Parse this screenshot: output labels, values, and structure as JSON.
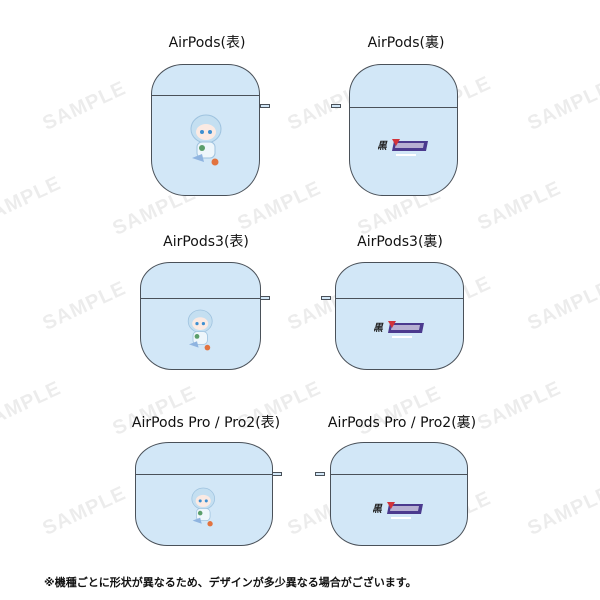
{
  "items": [
    {
      "label": "AirPods(表)",
      "model": "AirPods",
      "side": "front"
    },
    {
      "label": "AirPods(裏)",
      "model": "AirPods",
      "side": "back"
    },
    {
      "label": "AirPods3(表)",
      "model": "AirPods3",
      "side": "front"
    },
    {
      "label": "AirPods3(裏)",
      "model": "AirPods3",
      "side": "back"
    },
    {
      "label": "AirPods Pro / Pro2(表)",
      "model": "AirPods Pro / Pro2",
      "side": "front"
    },
    {
      "label": "AirPods Pro / Pro2(裏)",
      "model": "AirPods Pro / Pro2",
      "side": "back"
    }
  ],
  "watermark": "SAMPLE",
  "footnote": "※機種ごとに形状が異なるため、デザインが多少異なる場合がございます。",
  "colors": {
    "case_fill": "#d2e7f7",
    "outline": "#4a5159"
  }
}
